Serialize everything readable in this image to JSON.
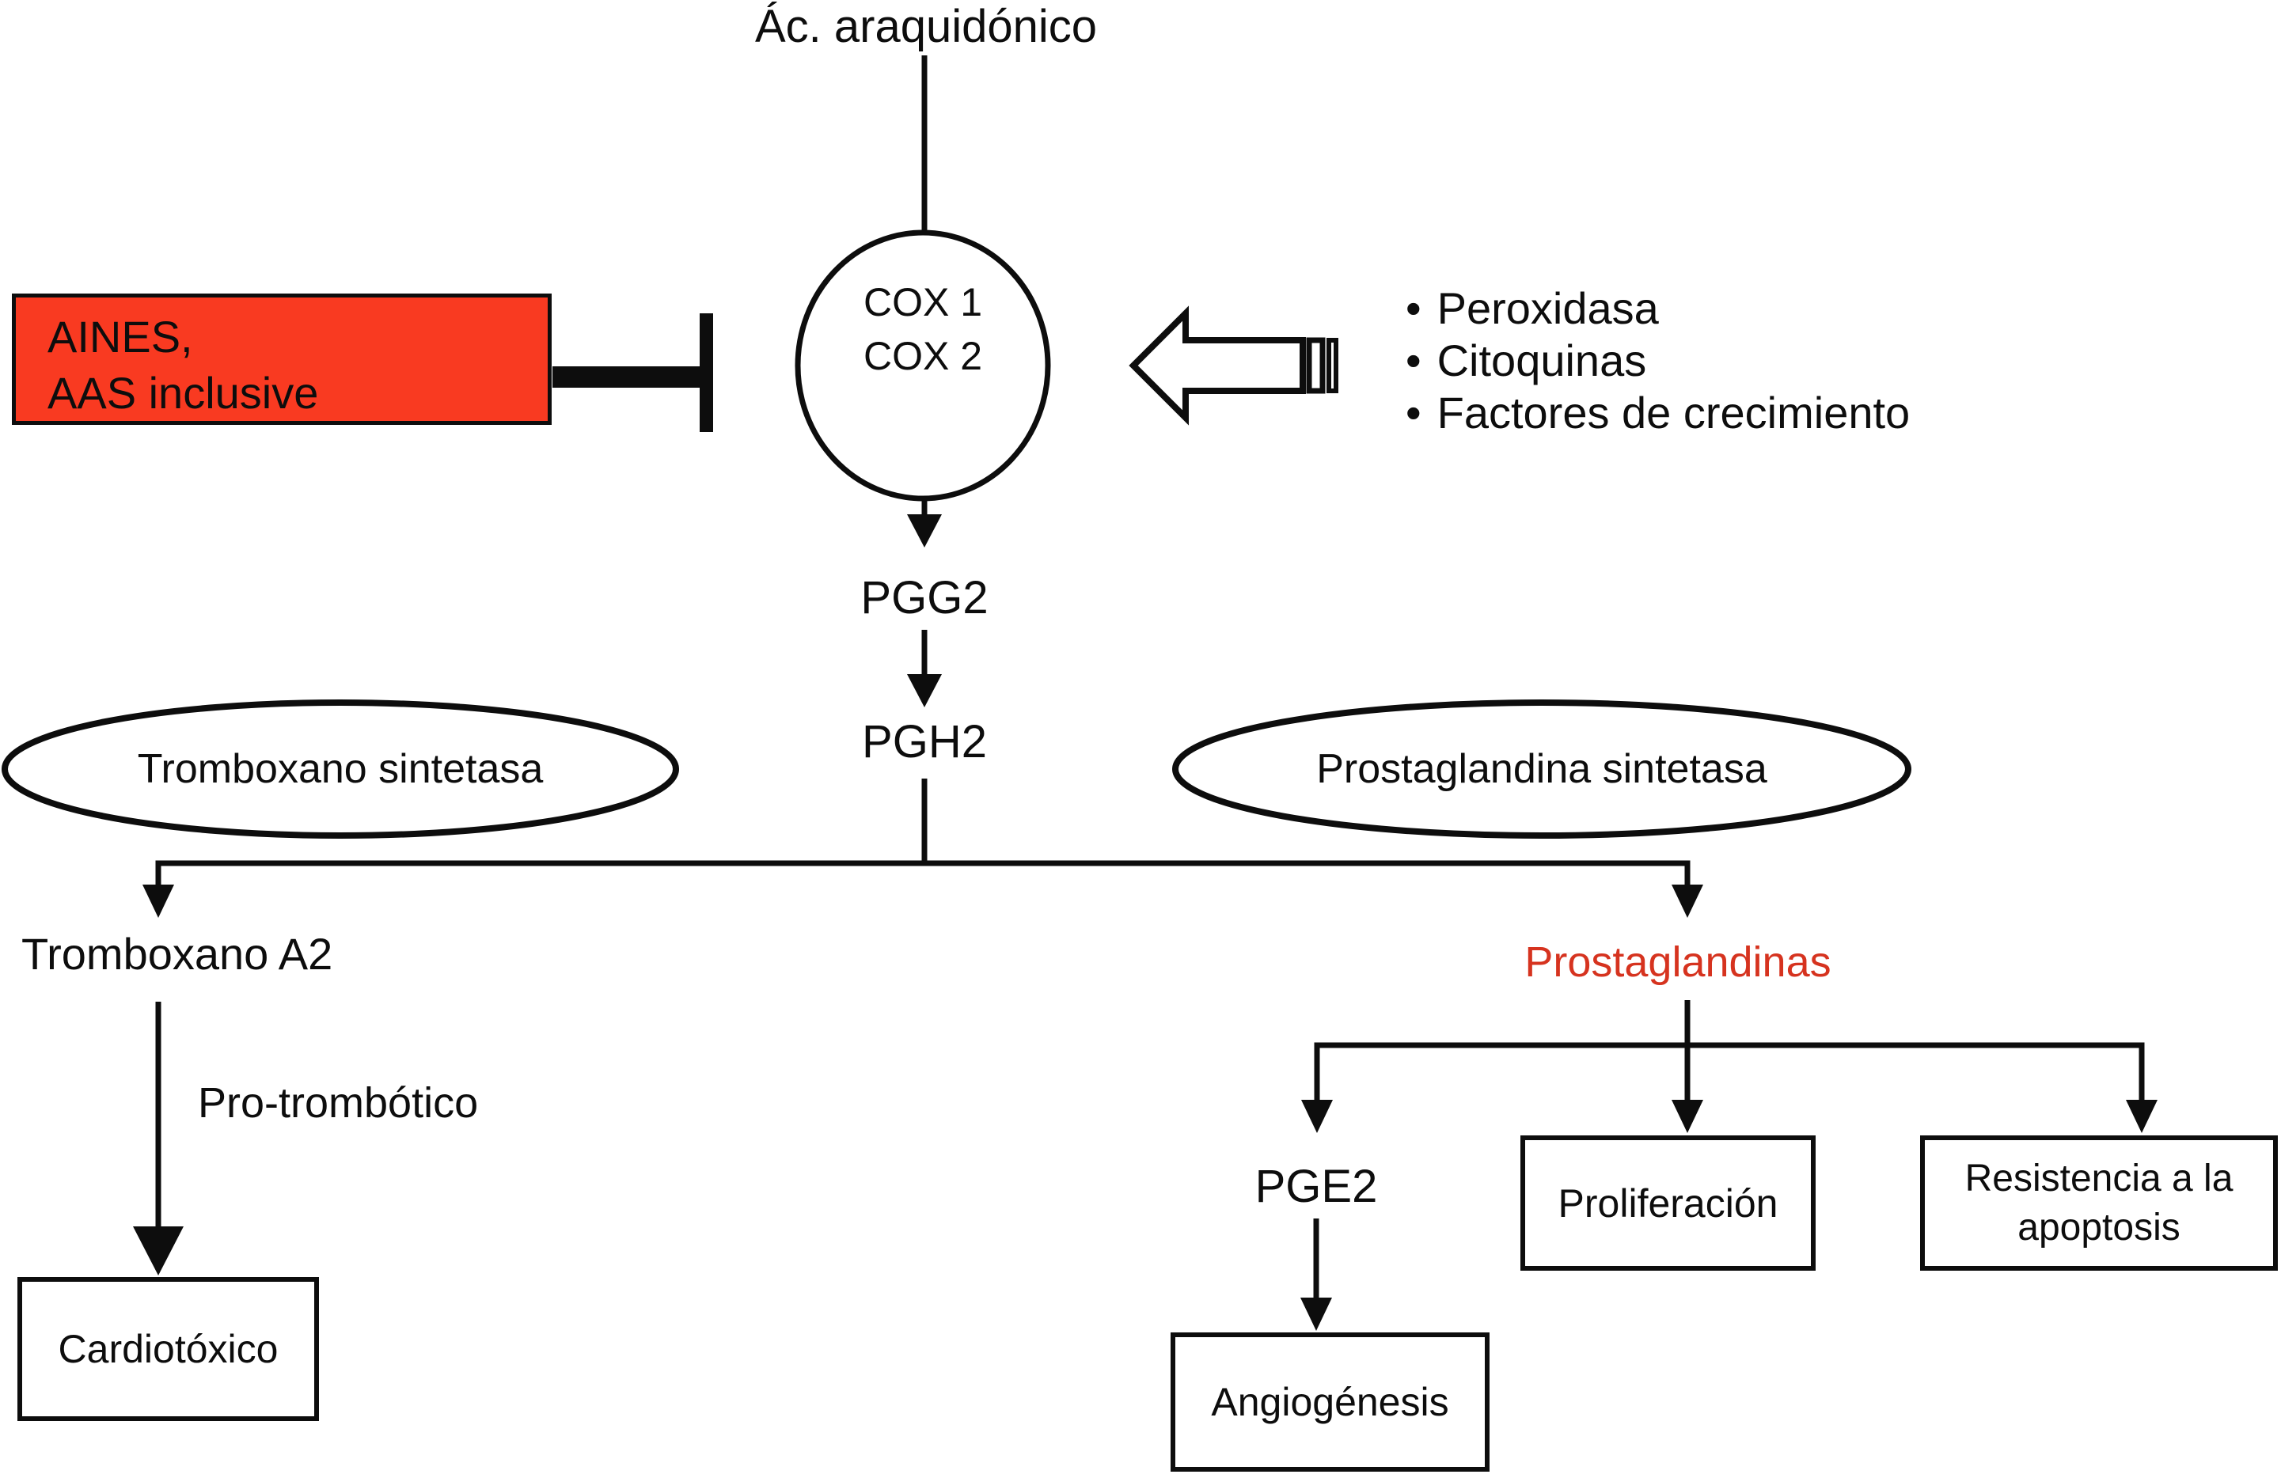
{
  "diagram": {
    "source_node": "Ác. araquidónico",
    "enzyme_node": {
      "line1": "COX 1",
      "line2": "COX 2"
    },
    "inhibitor_box": {
      "line1": "AINES,",
      "line2": "AAS inclusive"
    },
    "stimuli": {
      "bullet": "•",
      "items": [
        "Peroxidasa",
        "Citoquinas",
        "Factores de crecimiento"
      ]
    },
    "intermediates": {
      "pgg2": "PGG2",
      "pgh2": "PGH2"
    },
    "enzymes": {
      "left": "Tromboxano sintetasa",
      "right": "Prostaglandina sintetasa"
    },
    "left_branch": {
      "product": "Tromboxano A2",
      "effect_label": "Pro-trombótico",
      "outcome": "Cardiotóxico"
    },
    "right_branch": {
      "product": "Prostaglandinas",
      "pge2": "PGE2",
      "proliferacion": "Proliferación",
      "resistencia_line1": "Resistencia a la",
      "resistencia_line2": "apoptosis",
      "angiogenesis": "Angiogénesis"
    },
    "colors": {
      "inhibitor_box_fill": "#f93a21",
      "product_text_red": "#d6331f",
      "line_black": "#0d0d0d",
      "background": "#ffffff"
    }
  }
}
